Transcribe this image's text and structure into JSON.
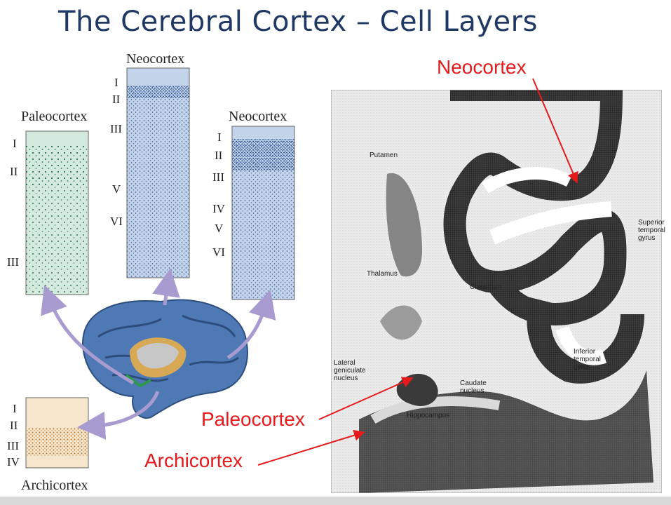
{
  "title": "The Cerebral Cortex – Cell Layers",
  "histology": {
    "neocortex_top": {
      "caption": "Neocortex",
      "layers": [
        "I",
        "II",
        "III",
        "V",
        "VI"
      ]
    },
    "paleocortex": {
      "caption": "Paleocortex",
      "layers": [
        "I",
        "II",
        "III"
      ]
    },
    "neocortex_right": {
      "caption": "Neocortex",
      "layers": [
        "I",
        "II",
        "III",
        "IV",
        "V",
        "VI"
      ]
    },
    "archicortex": {
      "caption": "Archicortex",
      "layers": [
        "I",
        "II",
        "III",
        "IV"
      ]
    }
  },
  "section": {
    "structures": {
      "putamen": "Putamen",
      "thalamus": "Thalamus",
      "claustrum": "Claustrum",
      "superior_temporal_gyrus": "Superior temporal gyrus",
      "inferior_temporal_gyrus": "Inferior temporal gyrus",
      "lateral_geniculate_nucleus": "Lateral geniculate nucleus",
      "caudate_nucleus": "Caudate nucleus",
      "hippocampus": "Hippocampus"
    },
    "callouts": {
      "neocortex": "Neocortex",
      "paleocortex": "Paleocortex",
      "archicortex": "Archicortex"
    }
  },
  "colors": {
    "title": "#1f3864",
    "callout": "#e41a1c",
    "paleo_panel": "#d5eadf",
    "neo_panel": "#c3d3ea",
    "archi_panel": "#f6e6cc",
    "brain": "#4f79b4",
    "arrow": "#a89bd0"
  }
}
